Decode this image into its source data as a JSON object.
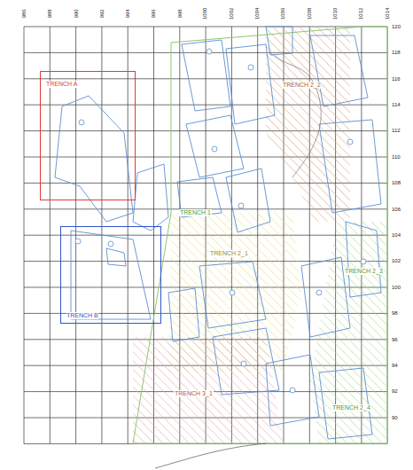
{
  "diagram": {
    "nodes": [
      {
        "text": [
          "TRENCH A"
        ]
      },
      {
        "text": [
          "TRENCH B"
        ]
      }
    ],
    "labels": [
      "986",
      "988",
      "990",
      "992",
      "994",
      "996",
      "998",
      "1000",
      "1002",
      "1004",
      "1006",
      "1008",
      "1010",
      "1012",
      "1014",
      "120",
      "118",
      "116",
      "114",
      "112",
      "110",
      "108",
      "106",
      "104",
      "102",
      "100",
      "98",
      "96",
      "94",
      "92",
      "90",
      "TRENCH 1",
      "TRENCH 2_1",
      "TRENCH 2_2",
      "TRENCH 2_3",
      "TRENCH 2_4",
      "TRENCH 3_1"
    ]
  }
}
